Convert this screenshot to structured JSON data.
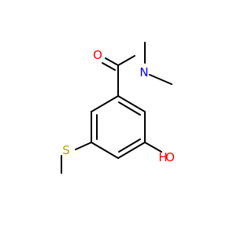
{
  "molecule": {
    "atoms": {
      "oxygen_carbonyl": "O",
      "nitrogen": "N",
      "sulfur": "S",
      "oxygen_hydroxyl": "O",
      "hydrogen_hydroxyl": "H"
    },
    "colors": {
      "bond": "#000000",
      "oxygen": "#ff0000",
      "nitrogen": "#0000ff",
      "sulfur": "#b2a200"
    }
  }
}
